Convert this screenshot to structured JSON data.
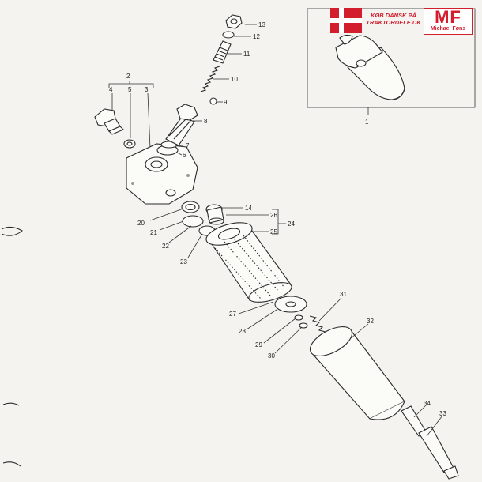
{
  "callouts": {
    "c1": "1",
    "c2": "2",
    "c3": "3",
    "c4": "4",
    "c5": "5",
    "c6": "6",
    "c7": "7",
    "c8": "8",
    "c9": "9",
    "c10": "10",
    "c11": "11",
    "c12": "12",
    "c13": "13",
    "c14": "14",
    "c20": "20",
    "c21": "21",
    "c22": "22",
    "c23": "23",
    "c24": "24",
    "c25": "25",
    "c26": "26",
    "c27": "27",
    "c28": "28",
    "c29": "29",
    "c30": "30",
    "c31": "31",
    "c32": "32",
    "c33": "33",
    "c34": "34"
  },
  "brand": {
    "slogan_line1": "KØB DANSK PÅ",
    "slogan_line2": "TRAKTORDELE.DK",
    "logo": "MF",
    "name": "Michael Føns",
    "flag_icon": "danish-flag-icon",
    "red": "#d21e2d"
  }
}
